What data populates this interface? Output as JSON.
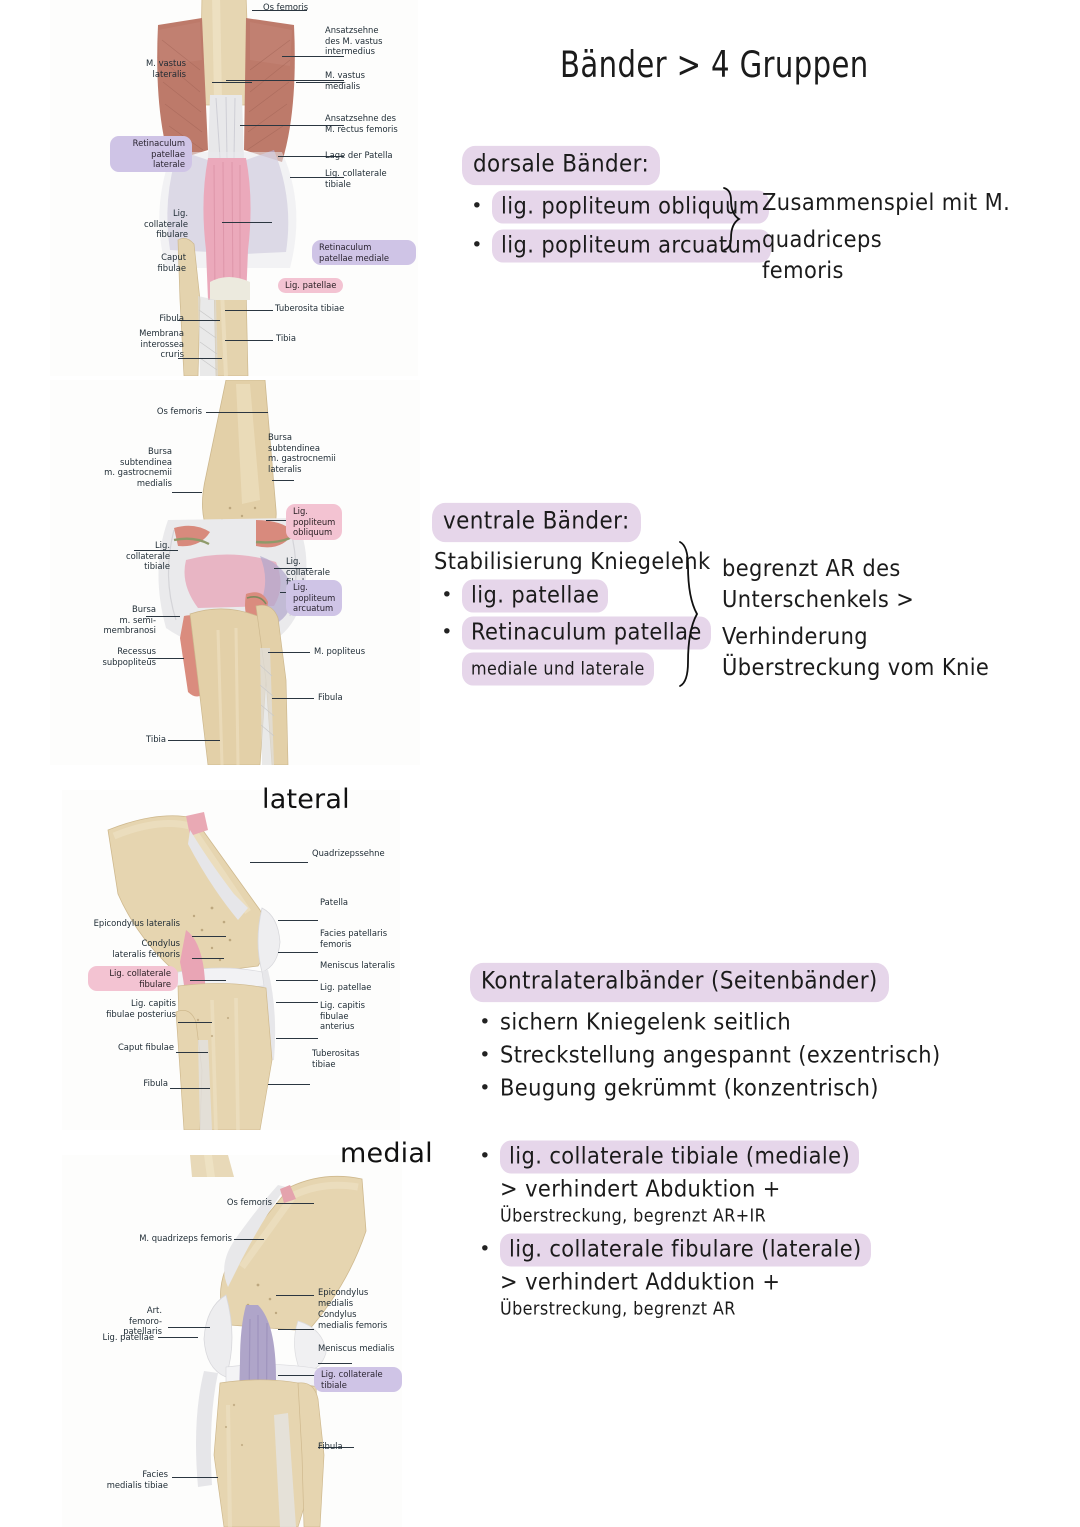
{
  "page": {
    "title": "Bänder > 4 Gruppen"
  },
  "figures": [
    {
      "id": "anterior-knee",
      "caption": "",
      "labels": [
        {
          "text": "Os femoris",
          "style": "plain"
        },
        {
          "text": "Ansatzsehne\ndes M. vastus\nintermedius",
          "style": "plain"
        },
        {
          "text": "M. vastus\nlateralis",
          "style": "plain"
        },
        {
          "text": "M. vastus\nmedialis",
          "style": "plain"
        },
        {
          "text": "Ansatzsehne des\nM. rectus femoris",
          "style": "plain"
        },
        {
          "text": "Lage der Patella",
          "style": "plain"
        },
        {
          "text": "Lig. collaterale\ntibiale",
          "style": "plain"
        },
        {
          "text": "Retinaculum\npatellae\nlaterale",
          "style": "lavender"
        },
        {
          "text": "Lig.\ncollaterale\nfibulare",
          "style": "plain"
        },
        {
          "text": "Retinaculum\npatellae mediale",
          "style": "lavender"
        },
        {
          "text": "Caput\nfibulae",
          "style": "plain"
        },
        {
          "text": "Lig. patellae",
          "style": "pink"
        },
        {
          "text": "Tuberosita tibiae",
          "style": "plain"
        },
        {
          "text": "Fibula",
          "style": "plain"
        },
        {
          "text": "Membrana\ninterossea\ncruris",
          "style": "plain"
        },
        {
          "text": "Tibia",
          "style": "plain"
        }
      ]
    },
    {
      "id": "posterior-knee",
      "caption": "",
      "labels": [
        {
          "text": "Os femoris",
          "style": "plain"
        },
        {
          "text": "Bursa\nsubtendinea\nm. gastrocnemii\nmedialis",
          "style": "plain"
        },
        {
          "text": "Bursa\nsubtendinea\nm. gastrocnemii\nlateralis",
          "style": "plain"
        },
        {
          "text": "Lig.\npopliteum\nobliquum",
          "style": "pink"
        },
        {
          "text": "Lig.\ncollaterale\nfibulare",
          "style": "plain"
        },
        {
          "text": "Lig.\ncollaterale\ntibiale",
          "style": "plain"
        },
        {
          "text": "Lig.\npopliteum\narcuatum",
          "style": "lavender"
        },
        {
          "text": "Bursa\nm. semi-\nmembranosi",
          "style": "plain"
        },
        {
          "text": "M. popliteus",
          "style": "plain"
        },
        {
          "text": "Recessus\nsubpopliteus",
          "style": "plain"
        },
        {
          "text": "Fibula",
          "style": "plain"
        },
        {
          "text": "Tibia",
          "style": "plain"
        }
      ]
    },
    {
      "id": "lateral-knee",
      "caption": "lateral",
      "labels": [
        {
          "text": "Quadrizepssehne",
          "style": "plain"
        },
        {
          "text": "Patella",
          "style": "plain"
        },
        {
          "text": "Epicondylus lateralis",
          "style": "plain"
        },
        {
          "text": "Facies patellaris\nfemoris",
          "style": "plain"
        },
        {
          "text": "Condylus\nlateralis femoris",
          "style": "plain"
        },
        {
          "text": "Meniscus lateralis",
          "style": "plain"
        },
        {
          "text": "Lig. collaterale\nfibulare",
          "style": "pink"
        },
        {
          "text": "Lig. patellae",
          "style": "plain"
        },
        {
          "text": "Lig. capitis\nfibulae posterius",
          "style": "plain"
        },
        {
          "text": "Lig. capitis\nfibulae\nanterius",
          "style": "plain"
        },
        {
          "text": "Caput fibulae",
          "style": "plain"
        },
        {
          "text": "Fibula",
          "style": "plain"
        },
        {
          "text": "Tuberositas\ntibiae",
          "style": "plain"
        }
      ]
    },
    {
      "id": "medial-knee",
      "caption": "medial",
      "labels": [
        {
          "text": "Os femoris",
          "style": "plain"
        },
        {
          "text": "M. quadrizeps femoris",
          "style": "plain"
        },
        {
          "text": "Art.\nfemoro-\npatellaris",
          "style": "plain"
        },
        {
          "text": "Epicondylus medialis",
          "style": "plain"
        },
        {
          "text": "Condylus\nmedialis femoris",
          "style": "plain"
        },
        {
          "text": "Lig. patellae",
          "style": "plain"
        },
        {
          "text": "Meniscus medialis",
          "style": "plain"
        },
        {
          "text": "Lig. collaterale tibiale",
          "style": "lavender"
        },
        {
          "text": "Fibula",
          "style": "plain"
        },
        {
          "text": "Facies\nmedialis tibiae",
          "style": "plain"
        }
      ]
    }
  ],
  "notes": {
    "dorsal": {
      "heading": "dorsale Bänder:",
      "bullets": [
        {
          "marker": "•",
          "text": "lig. popliteum obliquum",
          "highlight": true
        },
        {
          "marker": "•",
          "text": "lig. popliteum arcuatum",
          "highlight": true
        }
      ],
      "brace_text": [
        "Zusammenspiel mit M. quadriceps",
        "femoris"
      ]
    },
    "ventral": {
      "heading": "ventrale Bänder:",
      "subheading": "Stabilisierung Kniegelenk",
      "bullets": [
        {
          "marker": "•",
          "text": "lig. patellae",
          "highlight": true
        },
        {
          "marker": "•",
          "text": "Retinaculum patellae",
          "highlight": true,
          "second_line": "mediale und laterale"
        }
      ],
      "brace_text": [
        "begrenzt AR des",
        "Unterschenkels > Verhinderung",
        "Überstreckung vom Knie"
      ]
    },
    "collateral": {
      "heading": "Kontralateralbänder (Seitenbänder)",
      "bullets": [
        {
          "marker": "•",
          "text": "sichern Kniegelenk seitlich",
          "highlight": false
        },
        {
          "marker": "•",
          "text": "Streckstellung angespannt (exzentrisch)",
          "highlight": false
        },
        {
          "marker": "•",
          "text": "Beugung gekrümmt (konzentrisch)",
          "highlight": false
        }
      ]
    },
    "collateral_detail": {
      "bullets": [
        {
          "marker": "•",
          "highlight_text": "lig. collaterale tibiale (mediale)",
          "rest": " > verhindert Abduktion +",
          "second_line": "Überstreckung, begrenzt AR+IR"
        },
        {
          "marker": "•",
          "highlight_text": "lig. collaterale fibulare (laterale)",
          "rest": " > verhindert Adduktion +",
          "second_line": "Überstreckung, begrenzt AR"
        }
      ]
    }
  },
  "colors": {
    "highlight_lavender": "#e6d6ea",
    "label_pink": "#f3c3d2",
    "label_lavender": "#cfc4e6",
    "ink": "#1b1b1b",
    "bone": "#e4d3ae",
    "muscle": "#bd7a6a",
    "ligament_pink": "#e8a9ba",
    "ligament_lav": "#aca2c8"
  }
}
